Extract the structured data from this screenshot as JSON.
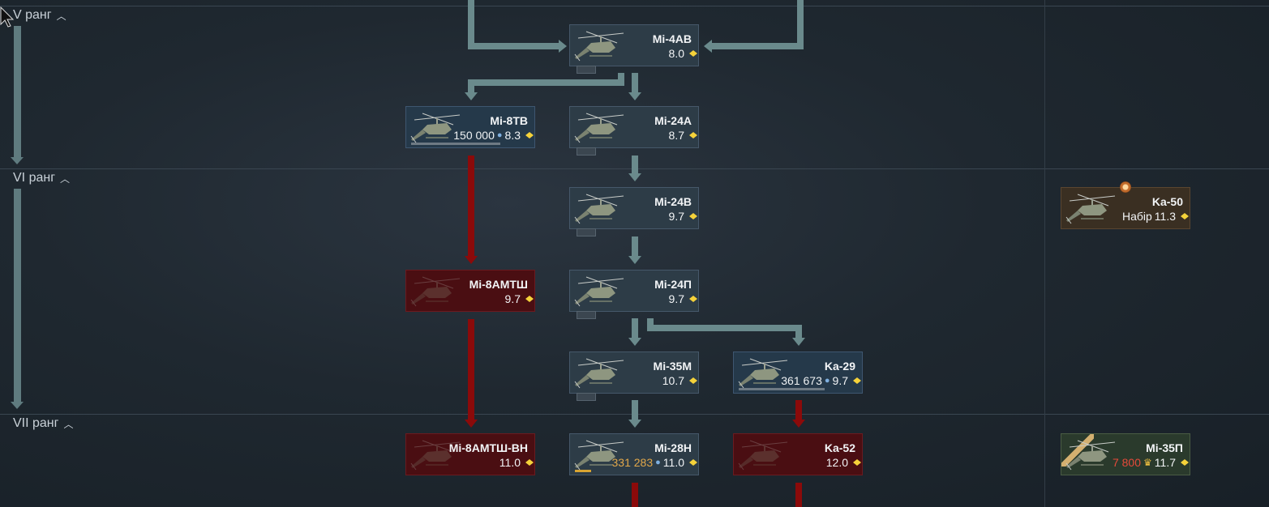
{
  "ranks": [
    {
      "id": "rank-5",
      "label": "V ранг"
    },
    {
      "id": "rank-6",
      "label": "VI ранг"
    },
    {
      "id": "rank-7",
      "label": "VII ранг"
    }
  ],
  "vehicles": {
    "mi4av": {
      "name": "Mi-4АВ",
      "br": "8.0"
    },
    "mi8tv": {
      "name": "Mi-8ТВ",
      "rp": "150 000",
      "br": "8.3"
    },
    "mi24a": {
      "name": "Mi-24A",
      "br": "8.7"
    },
    "mi24v": {
      "name": "Mi-24В",
      "br": "9.7"
    },
    "mi8amtsh": {
      "name": "Mi-8АМТШ",
      "br": "9.7"
    },
    "mi24p": {
      "name": "Mi-24П",
      "br": "9.7"
    },
    "mi35m": {
      "name": "Mi-35M",
      "br": "10.7"
    },
    "ka29": {
      "name": "Ka-29",
      "rp": "361 673",
      "br": "9.7"
    },
    "mi8amtshvn": {
      "name": "Mi-8АМТШ-ВН",
      "br": "11.0"
    },
    "mi28n": {
      "name": "Mi-28H",
      "rp": "331 283",
      "br": "11.0"
    },
    "ka52": {
      "name": "Ka-52",
      "br": "12.0"
    },
    "ka50": {
      "name": "Ka-50",
      "prefix": "Набір",
      "br": "11.3"
    },
    "mi35p": {
      "name": "Mi-35П",
      "cost": "7 800",
      "br": "11.7"
    }
  },
  "colors": {
    "unlocked": "#2d3c47",
    "research": "#25394a",
    "locked": "#4a0e12",
    "premium": "#3a2f22",
    "squadron": "#2a3a2c",
    "arrow": "#6a8a8c",
    "arrow_locked": "#8b0a0a",
    "br_icon": "#f5d23a"
  }
}
